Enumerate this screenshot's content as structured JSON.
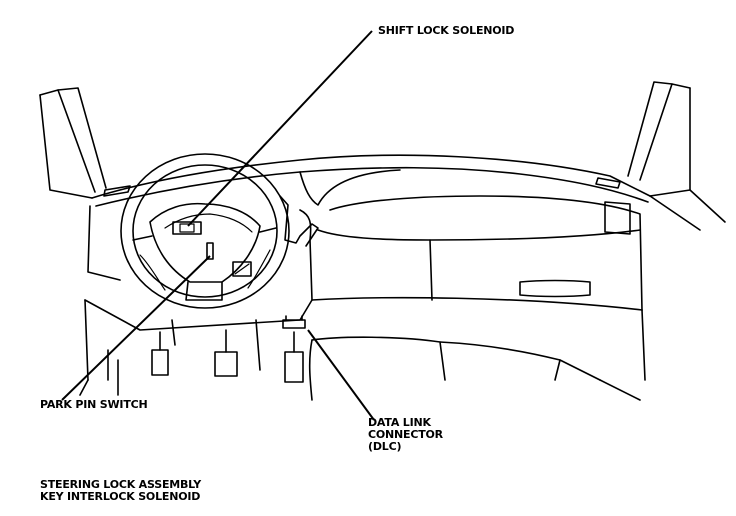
{
  "labels": {
    "shift_lock_solenoid": "SHIFT LOCK SOLENOID",
    "park_pin_switch": "PARK PIN SWITCH",
    "data_link_connector_line1": "DATA LINK",
    "data_link_connector_line2": "CONNECTOR",
    "data_link_connector_line3": "(DLC)",
    "steering_lock_assembly": "STEERING LOCK ASSEMBLY",
    "key_interlock_solenoid": "KEY INTERLOCK SOLENOID"
  }
}
